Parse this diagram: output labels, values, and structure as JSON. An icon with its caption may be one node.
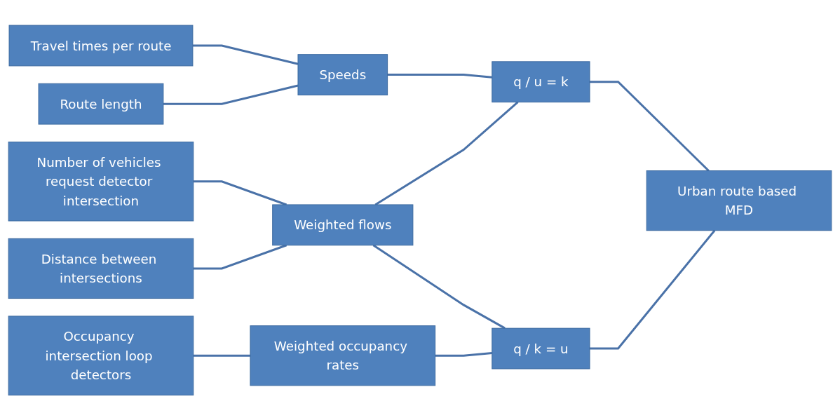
{
  "diagram": {
    "nodes": [
      {
        "text": [
          "Travel times per route"
        ]
      },
      {
        "text": [
          "Route length"
        ]
      },
      {
        "text": [
          "Number of vehicles request detector intersection"
        ]
      },
      {
        "text": [
          "Distance between intersections"
        ]
      },
      {
        "text": [
          "Occupancy intersection loop detectors"
        ]
      },
      {
        "text": [
          "Speeds"
        ]
      },
      {
        "text": [
          "Weighted flows"
        ]
      },
      {
        "text": [
          "Weighted occupancy rates"
        ]
      },
      {
        "text": [
          "q / u = k"
        ]
      },
      {
        "text": [
          "q / k = u"
        ]
      },
      {
        "text": [
          "Urban route based MFD"
        ]
      }
    ],
    "edges": [
      {
        "from": 0,
        "to": 5,
        "arrow": "none"
      },
      {
        "from": 1,
        "to": 5,
        "arrow": "none"
      },
      {
        "from": 2,
        "to": 6,
        "arrow": "none"
      },
      {
        "from": 3,
        "to": 6,
        "arrow": "none"
      },
      {
        "from": 4,
        "to": 7,
        "arrow": "none"
      },
      {
        "from": 5,
        "to": 8,
        "arrow": "none"
      },
      {
        "from": 6,
        "to": 8,
        "arrow": "none"
      },
      {
        "from": 6,
        "to": 9,
        "arrow": "none"
      },
      {
        "from": 7,
        "to": 9,
        "arrow": "none"
      },
      {
        "from": 8,
        "to": 10,
        "arrow": "none"
      },
      {
        "from": 9,
        "to": 10,
        "arrow": "none"
      }
    ]
  }
}
